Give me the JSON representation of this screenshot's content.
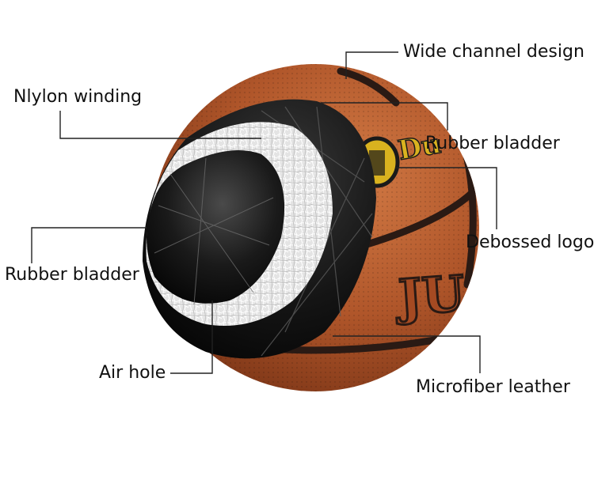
{
  "colors": {
    "background": "#ffffff",
    "leather": "#b0562a",
    "seam": "#2a1a14",
    "bladder": "#151515",
    "nylon": "#d8d8d8",
    "logo_gold": "#d9b21f",
    "leader_line": "#222222"
  },
  "ball_print": {
    "brand_partial": "Du",
    "brand_text": "JU"
  },
  "callouts": [
    {
      "id": "wide-channel",
      "text": "Wide channel design"
    },
    {
      "id": "nylon-winding",
      "text": "Nlylon winding"
    },
    {
      "id": "rubber-bladder-top",
      "text": "Rubber bladder"
    },
    {
      "id": "debossed-logo",
      "text": "Debossed logo"
    },
    {
      "id": "rubber-bladder-left",
      "text": "Rubber bladder"
    },
    {
      "id": "air-hole",
      "text": "Air hole"
    },
    {
      "id": "microfiber-leather",
      "text": "Microfiber leather"
    }
  ]
}
